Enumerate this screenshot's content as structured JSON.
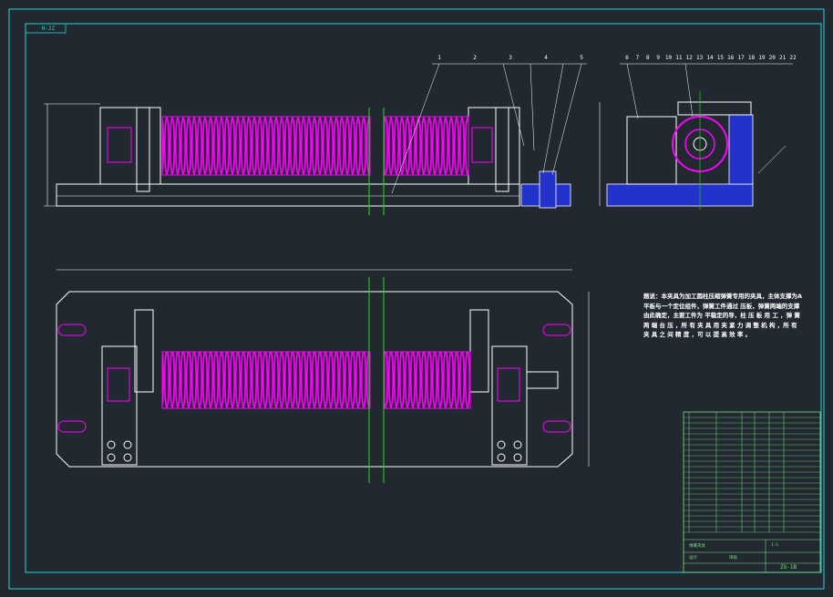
{
  "sheet": {
    "tag": "H-2Z"
  },
  "colors": {
    "background": "#212830",
    "frame": "#22d4d4",
    "part": "#ffffff",
    "spring": "#ff00ff",
    "centerline": "#22c022",
    "dimension": "#ffffff",
    "hatch": "#2233cc",
    "table": "#7fe07f",
    "leader": "#ffffff"
  },
  "balloons": {
    "front": [
      "1",
      "2",
      "3",
      "4",
      "5"
    ],
    "side": [
      "6",
      "7",
      "8",
      "9",
      "10",
      "11",
      "12",
      "13",
      "14",
      "15",
      "16",
      "17",
      "18",
      "19",
      "20",
      "21",
      "22"
    ]
  },
  "note": {
    "text": "题说：本夹具为加工圆柱压缩弹簧专用的夹具，主体支撑为A平板与一个定位组件，弹簧工件通过 压板，弹簧两端的支撑 由此确定，主要工件为 平稳定的导，柱 压 板 用 工 ，弹 簧 两 端 台 压 ，所 有 夹 具 用 夹 紧 力 调 整 机 构 ，所 有 夹 具 之 间 精 度 ，可 以 提 高 效 率 。"
  },
  "title_block": {
    "drawing_no": "ZG-1B",
    "name": "弹簧夹具",
    "scale": "1:1",
    "footer_left": "设计",
    "footer_right": "审核"
  }
}
